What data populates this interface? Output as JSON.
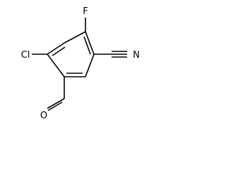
{
  "molecule": {
    "atoms": {
      "fluorine": "F",
      "chlorine": "Cl",
      "nitrogen": "N",
      "oxygen": "O"
    },
    "colors": {
      "bond": "#000000",
      "label": "#000000",
      "background": "#ffffff"
    }
  }
}
